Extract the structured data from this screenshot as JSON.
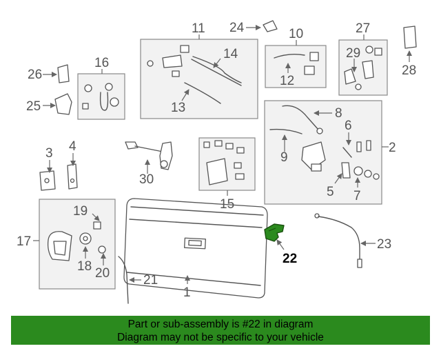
{
  "callouts": {
    "c1": "1",
    "c2": "2",
    "c3": "3",
    "c4": "4",
    "c5": "5",
    "c6": "6",
    "c7": "7",
    "c8": "8",
    "c9": "9",
    "c10": "10",
    "c11": "11",
    "c12": "12",
    "c13": "13",
    "c14": "14",
    "c15": "15",
    "c16": "16",
    "c17": "17",
    "c18": "18",
    "c19": "19",
    "c20": "20",
    "c21": "21",
    "c22": "22",
    "c23": "23",
    "c24": "24",
    "c25": "25",
    "c26": "26",
    "c27": "27",
    "c28": "28",
    "c29": "29",
    "c30": "30"
  },
  "highlight": {
    "part_number": "22",
    "color": "#2b8a1e"
  },
  "banner": {
    "line1": "Part or sub-assembly is #22 in diagram",
    "line2": "Diagram may not be specific to your vehicle",
    "background": "#2b8a1e"
  }
}
